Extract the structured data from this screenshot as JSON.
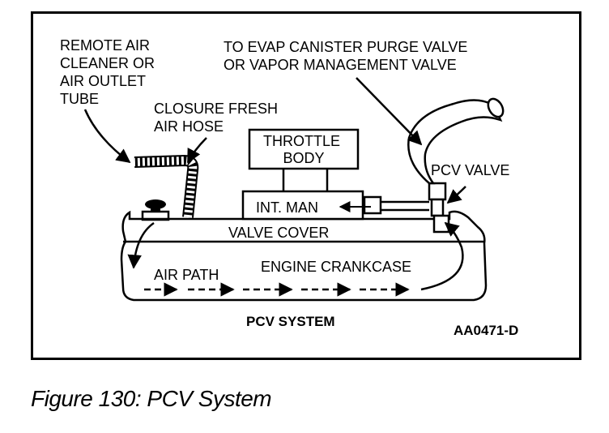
{
  "diagram": {
    "labels": {
      "remote_air": [
        "REMOTE AIR",
        "CLEANER OR",
        "AIR OUTLET",
        "TUBE"
      ],
      "evap": [
        "TO EVAP CANISTER PURGE VALVE",
        "OR VAPOR MANAGEMENT VALVE"
      ],
      "closure_hose": [
        "CLOSURE FRESH",
        "AIR HOSE"
      ],
      "throttle_body": [
        "THROTTLE",
        "BODY"
      ],
      "pcv_valve": "PCV VALVE",
      "int_man": "INT. MAN",
      "valve_cover": "VALVE COVER",
      "air_path": "AIR PATH",
      "engine_crankcase": "ENGINE CRANKCASE",
      "system_title": "PCV SYSTEM",
      "part_code": "AA0471-D"
    }
  },
  "caption": "Figure 130: PCV System"
}
